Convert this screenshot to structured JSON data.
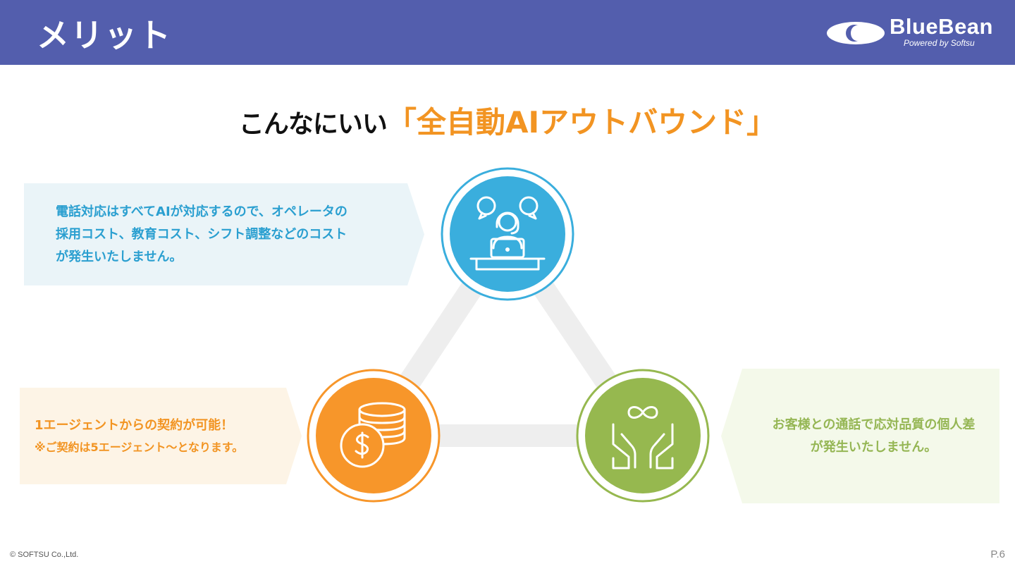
{
  "header": {
    "title": "メリット",
    "logo_name": "BlueBean",
    "logo_tagline": "Powered by Softsu"
  },
  "headline": {
    "prefix": "こんなにいい",
    "emphasis": "「全自動AIアウトバウンド」"
  },
  "points": [
    {
      "icon": "operator-headset-laptop-icon",
      "color": "#3aaedd",
      "lines": [
        "電話対応はすべてAIが対応するので、オペレータの",
        "採用コスト、教育コスト、シフト調整などのコスト",
        "が発生いたしません。"
      ]
    },
    {
      "icon": "coins-dollar-icon",
      "color": "#f7962a",
      "lines": [
        "1エージェントからの契約が可能！",
        "※ご契約は5エージェント～となります。"
      ]
    },
    {
      "icon": "hands-infinity-icon",
      "color": "#96b84f",
      "lines": [
        "お客様との通話で応対品質の個人差",
        "が発生いたしません。"
      ]
    }
  ],
  "footer": {
    "copyright": "© SOFTSU Co.,Ltd.",
    "page": "P.6"
  }
}
